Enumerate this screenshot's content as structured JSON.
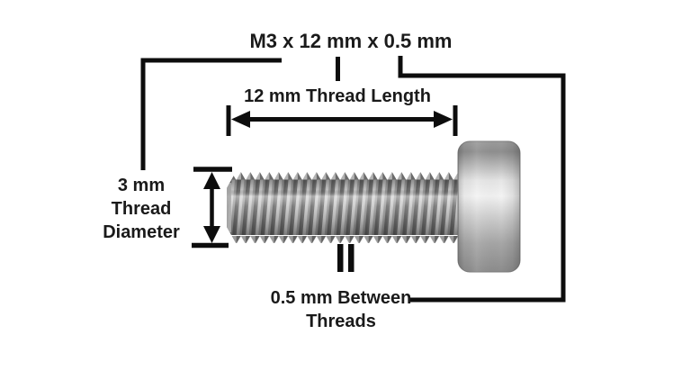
{
  "diagram": {
    "title": "M3 x 12 mm x 0.5 mm",
    "labels": {
      "thread_length": "12 mm Thread Length",
      "diameter_line1": "3 mm",
      "diameter_line2": "Thread",
      "diameter_line3": "Diameter",
      "pitch_line1": "0.5 mm Between",
      "pitch_line2": "Threads"
    },
    "specs": {
      "thread_size": "M3",
      "thread_length": "12 mm",
      "thread_pitch": "0.5 mm",
      "thread_diameter": "3 mm"
    },
    "colors": {
      "line": "#0d0d0d",
      "text": "#1a1a1a",
      "background": "#ffffff",
      "metal_highlight": "#f3f3f3",
      "metal_mid": "#a8a8a8",
      "metal_dark": "#6b6b6b"
    }
  }
}
